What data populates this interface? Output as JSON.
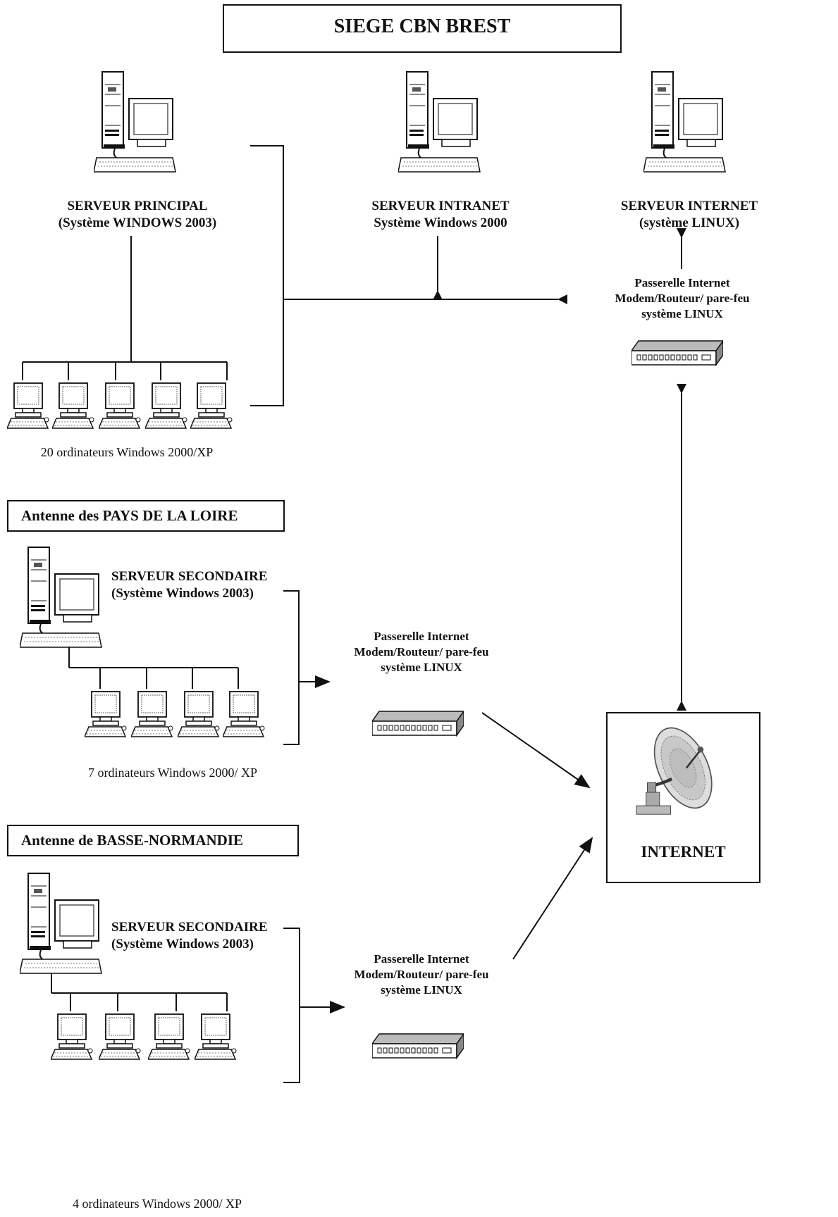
{
  "title": "SIEGE CBN BREST",
  "hq": {
    "main_server": {
      "name": "SERVEUR PRINCIPAL",
      "os": "(Système WINDOWS 2003)"
    },
    "intranet_server": {
      "name": "SERVEUR INTRANET",
      "os": "Système Windows 2000"
    },
    "internet_server": {
      "name": "SERVEUR INTERNET",
      "os": "(système LINUX)"
    },
    "gateway": {
      "line1": "Passerelle Internet",
      "line2": "Modem/Routeur/ pare-feu",
      "line3": "système LINUX"
    },
    "workstations": {
      "caption": "20 ordinateurs Windows 2000/XP"
    }
  },
  "pays_de_la_loire": {
    "title": "Antenne des PAYS DE LA LOIRE",
    "server": {
      "name": "SERVEUR SECONDAIRE",
      "os": "(Système Windows 2003)"
    },
    "gateway": {
      "line1": "Passerelle Internet",
      "line2": "Modem/Routeur/ pare-feu",
      "line3": "système LINUX"
    },
    "workstations": {
      "caption": "7 ordinateurs Windows 2000/ XP"
    }
  },
  "basse_normandie": {
    "title": "Antenne de BASSE-NORMANDIE",
    "server": {
      "name": "SERVEUR SECONDAIRE",
      "os": "(Système Windows 2003)"
    },
    "gateway": {
      "line1": "Passerelle Internet",
      "line2": "Modem/Routeur/ pare-feu",
      "line3": "système LINUX"
    },
    "workstations": {
      "caption": "4 ordinateurs Windows 2000/ XP"
    }
  },
  "internet": {
    "label": "INTERNET"
  }
}
